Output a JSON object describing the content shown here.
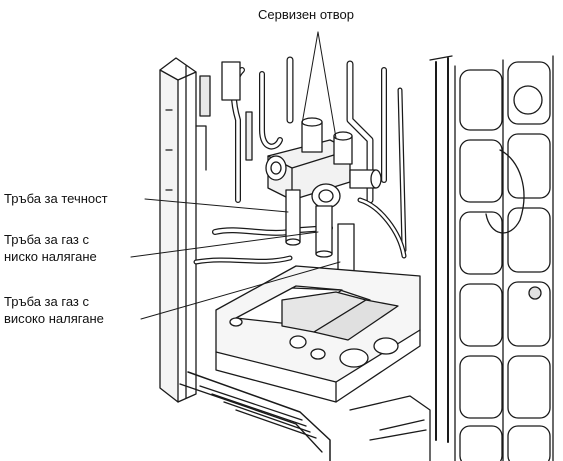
{
  "labels": {
    "service_port": "Сервизен отвор",
    "liquid_pipe": "Тръба за течност",
    "low_pressure_gas_pipe": {
      "line1": "Тръба за газ с",
      "line2": "ниско налягане"
    },
    "high_pressure_gas_pipe": {
      "line1": "Тръба за газ с",
      "line2": "високо налягане"
    }
  }
}
